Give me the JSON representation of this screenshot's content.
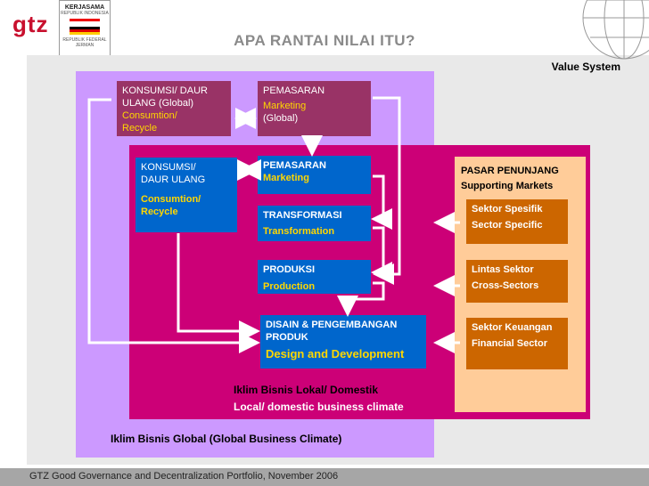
{
  "header": {
    "logo": "gtz",
    "badge_line1": "KERJASAMA",
    "badge_line2": "REPUBLIK INDONESIA",
    "badge_line3": "REPUBLIK FEDERAL JERMAN",
    "title": "APA RANTAI NILAI ITU?"
  },
  "diagram": {
    "value_system": "Value  System",
    "global_consumption": {
      "line1": "KONSUMSI/ DAUR",
      "line2": "ULANG  (Global)",
      "en1": "Consumtion/",
      "en2": "Recycle"
    },
    "global_marketing": {
      "label": "PEMASARAN",
      "en": "Marketing",
      "suffix": "(Global)"
    },
    "local_consumption": {
      "line1": "KONSUMSI/",
      "line2": "DAUR ULANG",
      "en1": "Consumtion/",
      "en2": "Recycle"
    },
    "local_marketing": {
      "label": "PEMASARAN",
      "en": "Marketing"
    },
    "transformation": {
      "label": "TRANSFORMASI",
      "en": "Transformation"
    },
    "production": {
      "label": "PRODUKSI",
      "en": "Production"
    },
    "design": {
      "line1": "DISAIN & PENGEMBANGAN",
      "line2": "PRODUK",
      "en": "Design and Development"
    },
    "supporting_markets": {
      "label": "PASAR PENUNJANG",
      "en": "Supporting Markets"
    },
    "sector_specific": {
      "label": "Sektor Spesifik",
      "en": "Sector Specific"
    },
    "cross_sectors": {
      "label": "Lintas Sektor",
      "en": "Cross-Sectors"
    },
    "financial_sector": {
      "label": "Sektor Keuangan",
      "en": "Financial Sector"
    },
    "local_climate": {
      "label": "Iklim Bisnis Lokal/ Domestik",
      "en": "Local/ domestic business climate"
    },
    "global_climate": "Iklim Bisnis Global (Global Business Climate)"
  },
  "footer": "GTZ Good Governance and Decentralization Portfolio, November 2006",
  "colors": {
    "accent": "#c8102e",
    "violet": "#cc99ff",
    "magenta": "#cc0077",
    "peach": "#ffcc99",
    "blue_box": "#0066cc",
    "orange_box": "#cc6600",
    "purple_box": "#993366"
  }
}
